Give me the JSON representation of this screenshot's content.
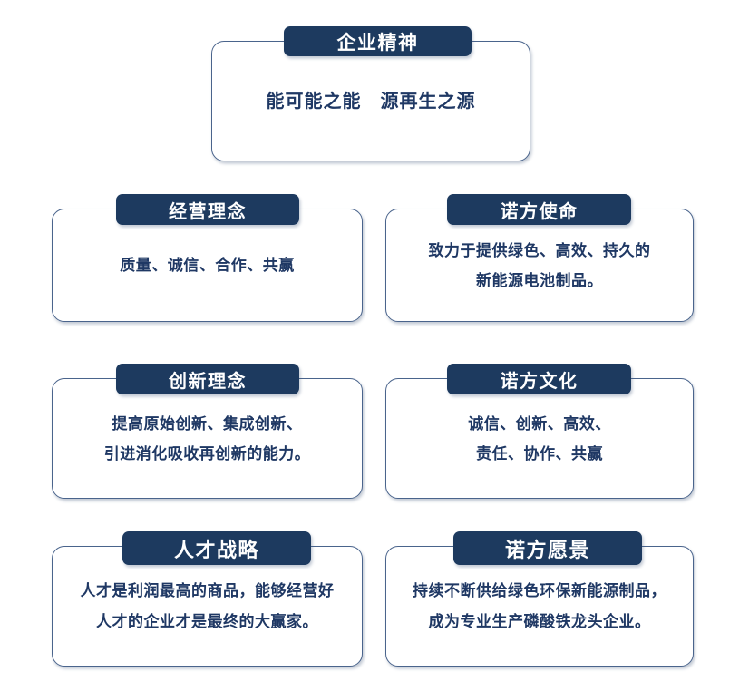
{
  "theme": {
    "tab_color": "#1D3A5F",
    "border_color": "#4A648C",
    "text_color": "#1F3864",
    "background": "#FFFFFF"
  },
  "cards": [
    {
      "id": "spirit",
      "title": "企业精神",
      "lines": [
        "能可能之能　源再生之源"
      ]
    },
    {
      "id": "philosophy",
      "title": "经营理念",
      "lines": [
        "质量、诚信、合作、共赢"
      ]
    },
    {
      "id": "mission",
      "title": "诺方使命",
      "lines": [
        "致力于提供绿色、高效、持久的",
        "新能源电池制品。"
      ]
    },
    {
      "id": "innovation",
      "title": "创新理念",
      "lines": [
        "提高原始创新、集成创新、",
        "引进消化吸收再创新的能力。"
      ]
    },
    {
      "id": "culture",
      "title": "诺方文化",
      "lines": [
        "诚信、创新、高效、",
        "责任、协作、共赢"
      ]
    },
    {
      "id": "talent",
      "title": "人才战略",
      "lines": [
        "人才是利润最高的商品，能够经营好",
        "人才的企业才是最终的大赢家。"
      ]
    },
    {
      "id": "vision",
      "title": "诺方愿景",
      "lines": [
        "持续不断供给绿色环保新能源制品，",
        "成为专业生产磷酸铁龙头企业。"
      ]
    }
  ]
}
